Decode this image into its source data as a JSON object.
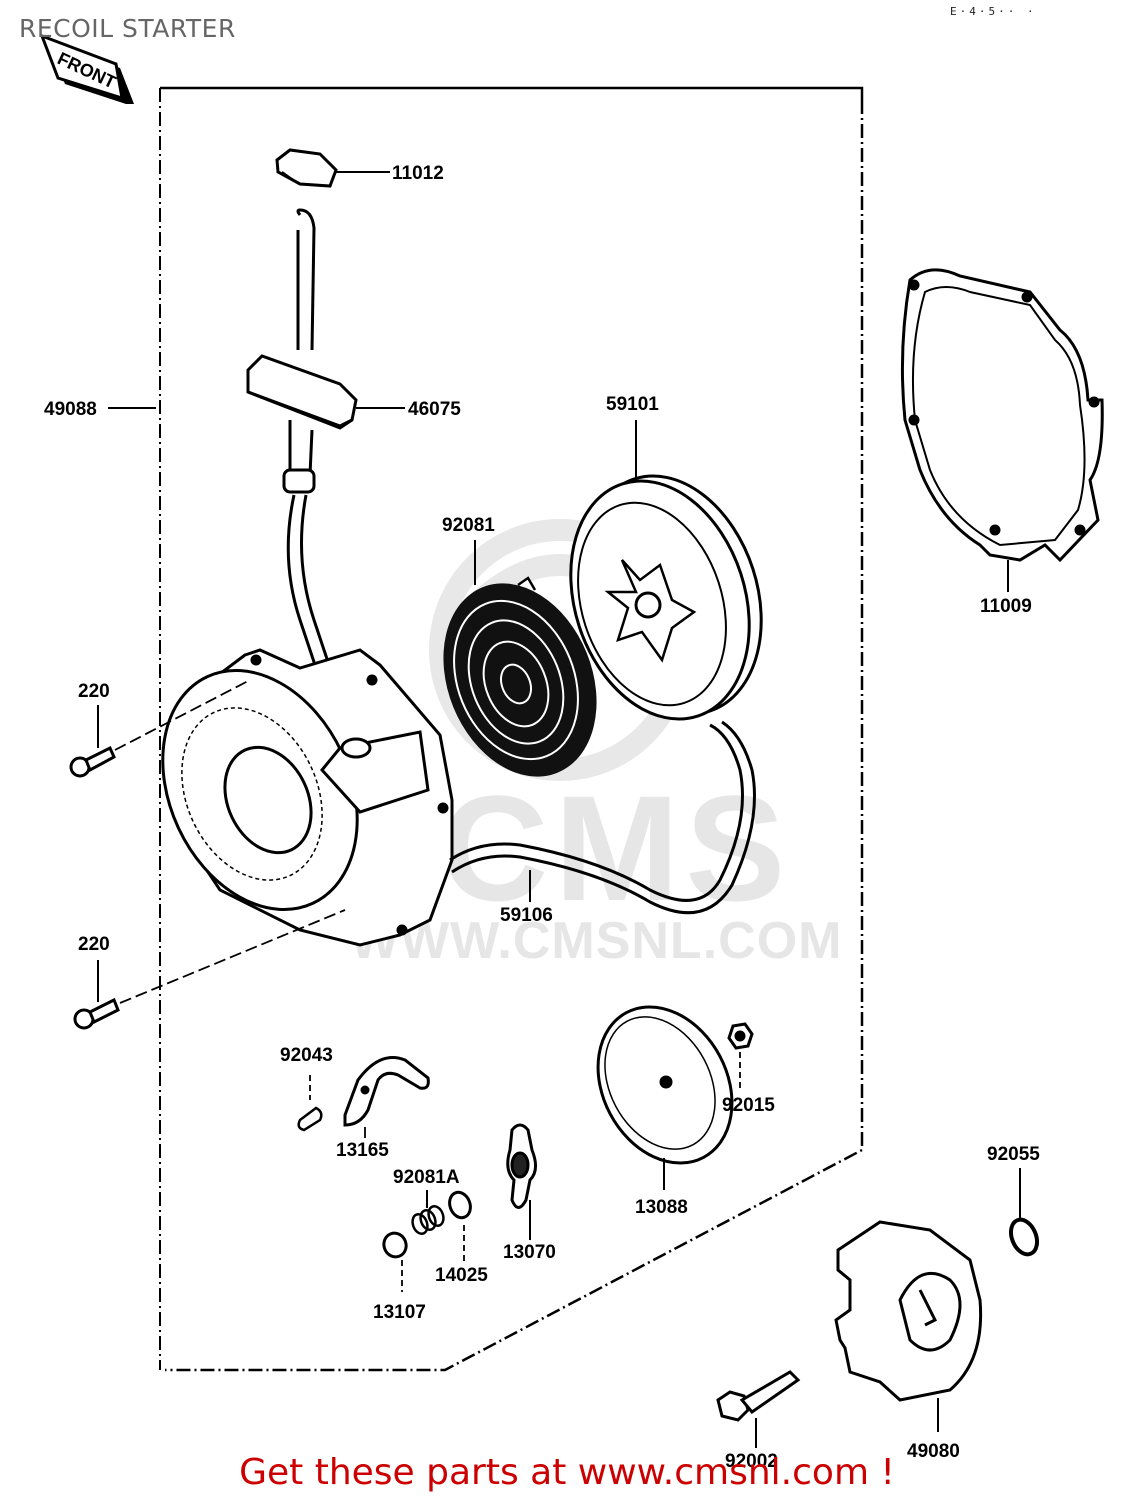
{
  "page": {
    "title": "RECOIL STARTER",
    "corner_mark": "E·4·5·· ·"
  },
  "front_tag": {
    "label": "FRONT"
  },
  "watermark": {
    "logo_text": "CMS",
    "url_text": "WWW.CMSNL.COM"
  },
  "parts": [
    {
      "number": "11012",
      "name": "knob"
    },
    {
      "number": "49088",
      "name": "recoil-starter-assembly"
    },
    {
      "number": "46075",
      "name": "handle"
    },
    {
      "number": "59101",
      "name": "pulley"
    },
    {
      "number": "92081",
      "name": "spring"
    },
    {
      "number": "11009",
      "name": "gasket"
    },
    {
      "number": "220",
      "name": "screw-upper"
    },
    {
      "number": "59106",
      "name": "rope"
    },
    {
      "number": "220",
      "name": "screw-lower"
    },
    {
      "number": "92043",
      "name": "pin"
    },
    {
      "number": "13165",
      "name": "ratchet"
    },
    {
      "number": "92081A",
      "name": "spring-small"
    },
    {
      "number": "14025",
      "name": "collar"
    },
    {
      "number": "13107",
      "name": "cap"
    },
    {
      "number": "13070",
      "name": "plate"
    },
    {
      "number": "13088",
      "name": "disc-plate"
    },
    {
      "number": "92015",
      "name": "nut"
    },
    {
      "number": "92055",
      "name": "o-ring"
    },
    {
      "number": "92002",
      "name": "bolt"
    },
    {
      "number": "49080",
      "name": "starter-cup"
    }
  ],
  "footer": {
    "cta": "Get these parts at www.cmsnl.com !"
  },
  "colors": {
    "cta": "#cc0000",
    "title": "#666666",
    "line": "#000000",
    "watermark": "#e6e6e6"
  }
}
